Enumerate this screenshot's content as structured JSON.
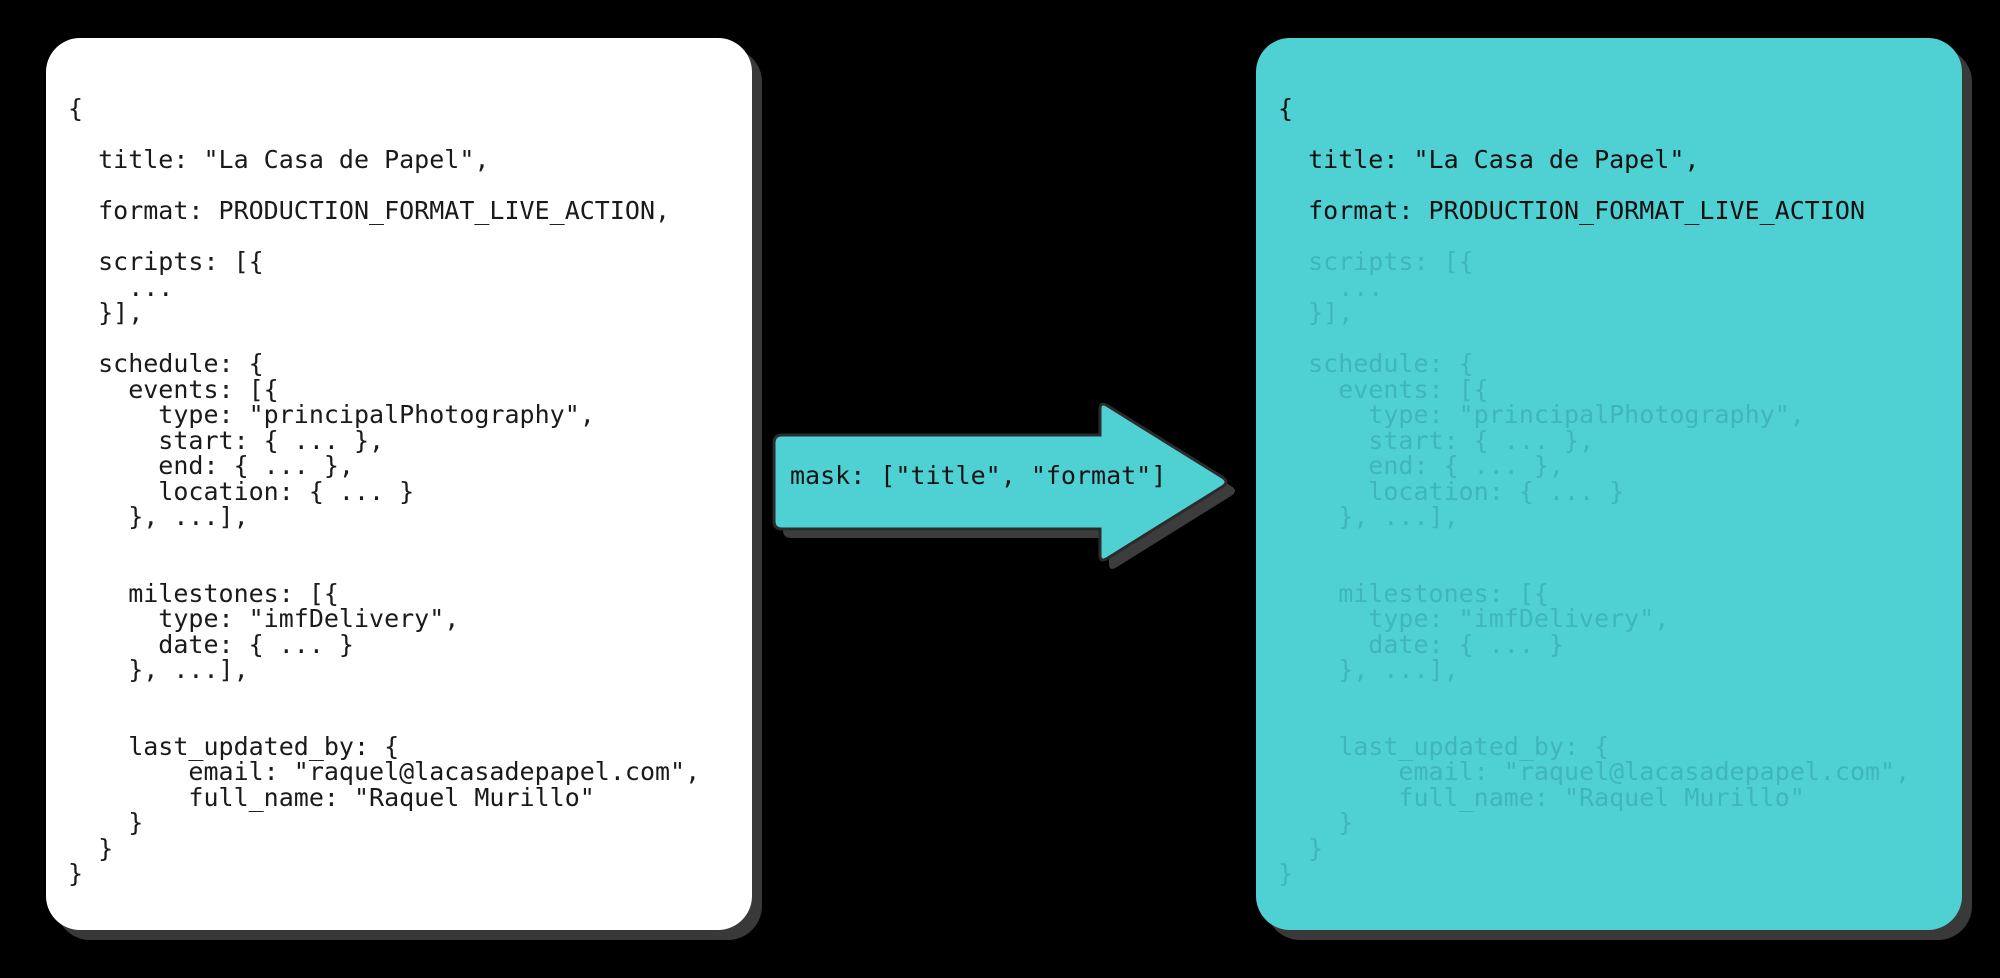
{
  "theme": {
    "background": "#000000",
    "card_left_bg": "#ffffff",
    "card_right_bg": "#4fd1d4",
    "accent": "#4fd1d4",
    "text": "#1a1a1a",
    "dim_text": "#3fb6bc",
    "shadow": "#3c3c3c"
  },
  "left_card": {
    "name": "input-payload",
    "lines": [
      "{",
      "",
      "  title: \"La Casa de Papel\",",
      "",
      "  format: PRODUCTION_FORMAT_LIVE_ACTION,",
      "",
      "  scripts: [{",
      "    ...",
      "  }],",
      "",
      "  schedule: {",
      "    events: [{",
      "      type: \"principalPhotography\",",
      "      start: { ... },",
      "      end: { ... },",
      "      location: { ... }",
      "    }, ...],",
      "",
      "",
      "    milestones: [{",
      "      type: \"imfDelivery\",",
      "      date: { ... }",
      "    }, ...],",
      "",
      "",
      "    last_updated_by: {",
      "        email: \"raquel@lacasadepapel.com\",",
      "        full_name: \"Raquel Murillo\"",
      "    }",
      "  }",
      "}"
    ]
  },
  "right_card": {
    "name": "masked-payload",
    "lines": [
      {
        "text": "{",
        "dim": false
      },
      {
        "text": "",
        "dim": false
      },
      {
        "text": "  title: \"La Casa de Papel\",",
        "dim": false
      },
      {
        "text": "",
        "dim": false
      },
      {
        "text": "  format: PRODUCTION_FORMAT_LIVE_ACTION",
        "dim": false
      },
      {
        "text": "",
        "dim": true
      },
      {
        "text": "  scripts: [{",
        "dim": true
      },
      {
        "text": "    ...",
        "dim": true
      },
      {
        "text": "  }],",
        "dim": true
      },
      {
        "text": "",
        "dim": true
      },
      {
        "text": "  schedule: {",
        "dim": true
      },
      {
        "text": "    events: [{",
        "dim": true
      },
      {
        "text": "      type: \"principalPhotography\",",
        "dim": true
      },
      {
        "text": "      start: { ... },",
        "dim": true
      },
      {
        "text": "      end: { ... },",
        "dim": true
      },
      {
        "text": "      location: { ... }",
        "dim": true
      },
      {
        "text": "    }, ...],",
        "dim": true
      },
      {
        "text": "",
        "dim": true
      },
      {
        "text": "",
        "dim": true
      },
      {
        "text": "    milestones: [{",
        "dim": true
      },
      {
        "text": "      type: \"imfDelivery\",",
        "dim": true
      },
      {
        "text": "      date: { ... }",
        "dim": true
      },
      {
        "text": "    }, ...],",
        "dim": true
      },
      {
        "text": "",
        "dim": true
      },
      {
        "text": "",
        "dim": true
      },
      {
        "text": "    last_updated_by: {",
        "dim": true
      },
      {
        "text": "        email: \"raquel@lacasadepapel.com\",",
        "dim": true
      },
      {
        "text": "        full_name: \"Raquel Murillo\"",
        "dim": true
      },
      {
        "text": "    }",
        "dim": true
      },
      {
        "text": "  }",
        "dim": true
      },
      {
        "text": "}",
        "dim": true
      }
    ]
  },
  "arrow": {
    "label": "mask: [\"title\", \"format\"]",
    "direction": "right"
  }
}
